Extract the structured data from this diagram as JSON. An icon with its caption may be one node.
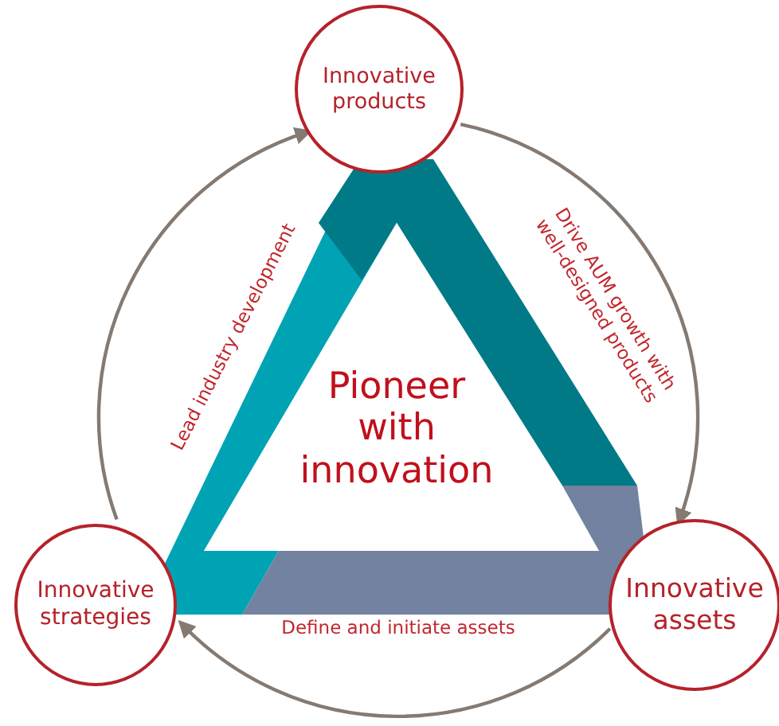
{
  "diagram": {
    "nodes": [
      {
        "text": [
          "Innovative products"
        ]
      },
      {
        "text": [
          "Innovative assets"
        ]
      },
      {
        "text": [
          "Innovative strategies"
        ]
      },
      {
        "text": [
          "Pioneer with innovation"
        ]
      }
    ],
    "edges": [
      {
        "from": 0,
        "to": 1,
        "arrow": "to",
        "label": "Drive AUM growth with well-designed products"
      },
      {
        "from": 1,
        "to": 2,
        "arrow": "to",
        "label": "Define and initiate assets"
      },
      {
        "from": 2,
        "to": 0,
        "arrow": "to",
        "label": "Lead industry development"
      }
    ]
  }
}
